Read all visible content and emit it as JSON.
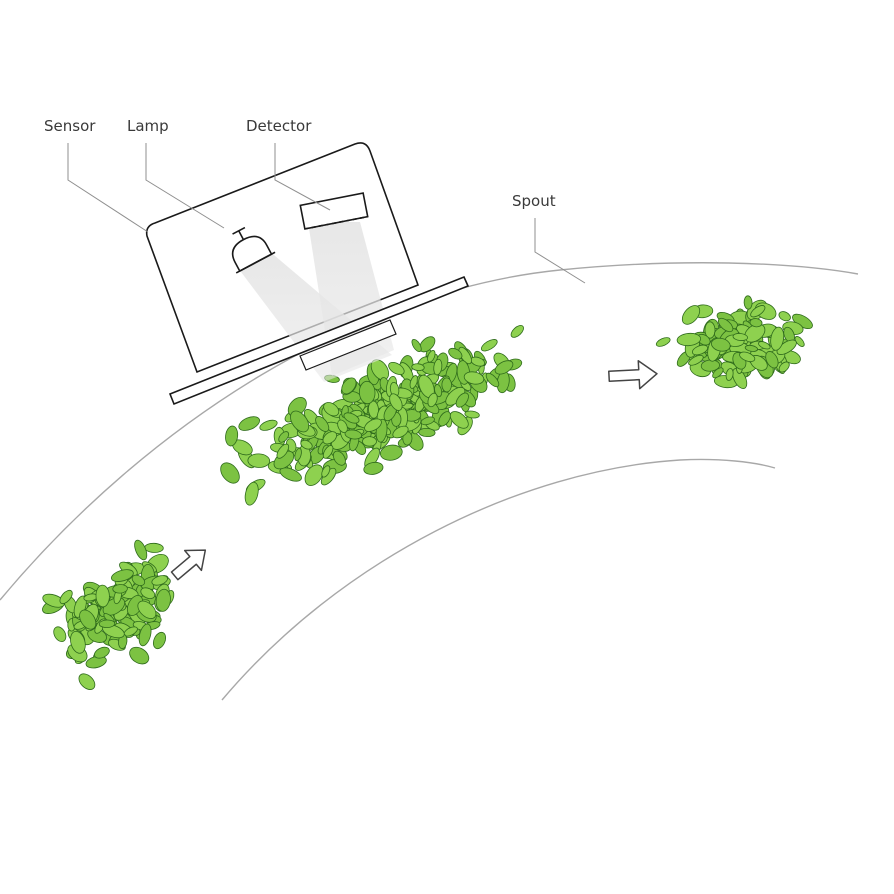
{
  "labels": {
    "sensor": "Sensor",
    "lamp": "Lamp",
    "detector": "Detector",
    "spout": "Spout"
  },
  "colors": {
    "leaf_fill": "#7cc242",
    "leaf_fill_light": "#8ed14f",
    "leaf_stroke": "#2f6b1c",
    "outline": "#1a1a1a",
    "spout_edge": "#a8a8a8",
    "light_beam": "#d9d9d9",
    "label_text": "#3a3a3a"
  },
  "icons": {
    "flow_arrow": "hollow-arrow-icon",
    "lamp": "lamp-icon",
    "detector": "detector-icon"
  },
  "leaf_clusters": [
    {
      "name": "lower-left",
      "count": 140
    },
    {
      "name": "center-band",
      "count": 300
    },
    {
      "name": "upper-right",
      "count": 120
    }
  ]
}
